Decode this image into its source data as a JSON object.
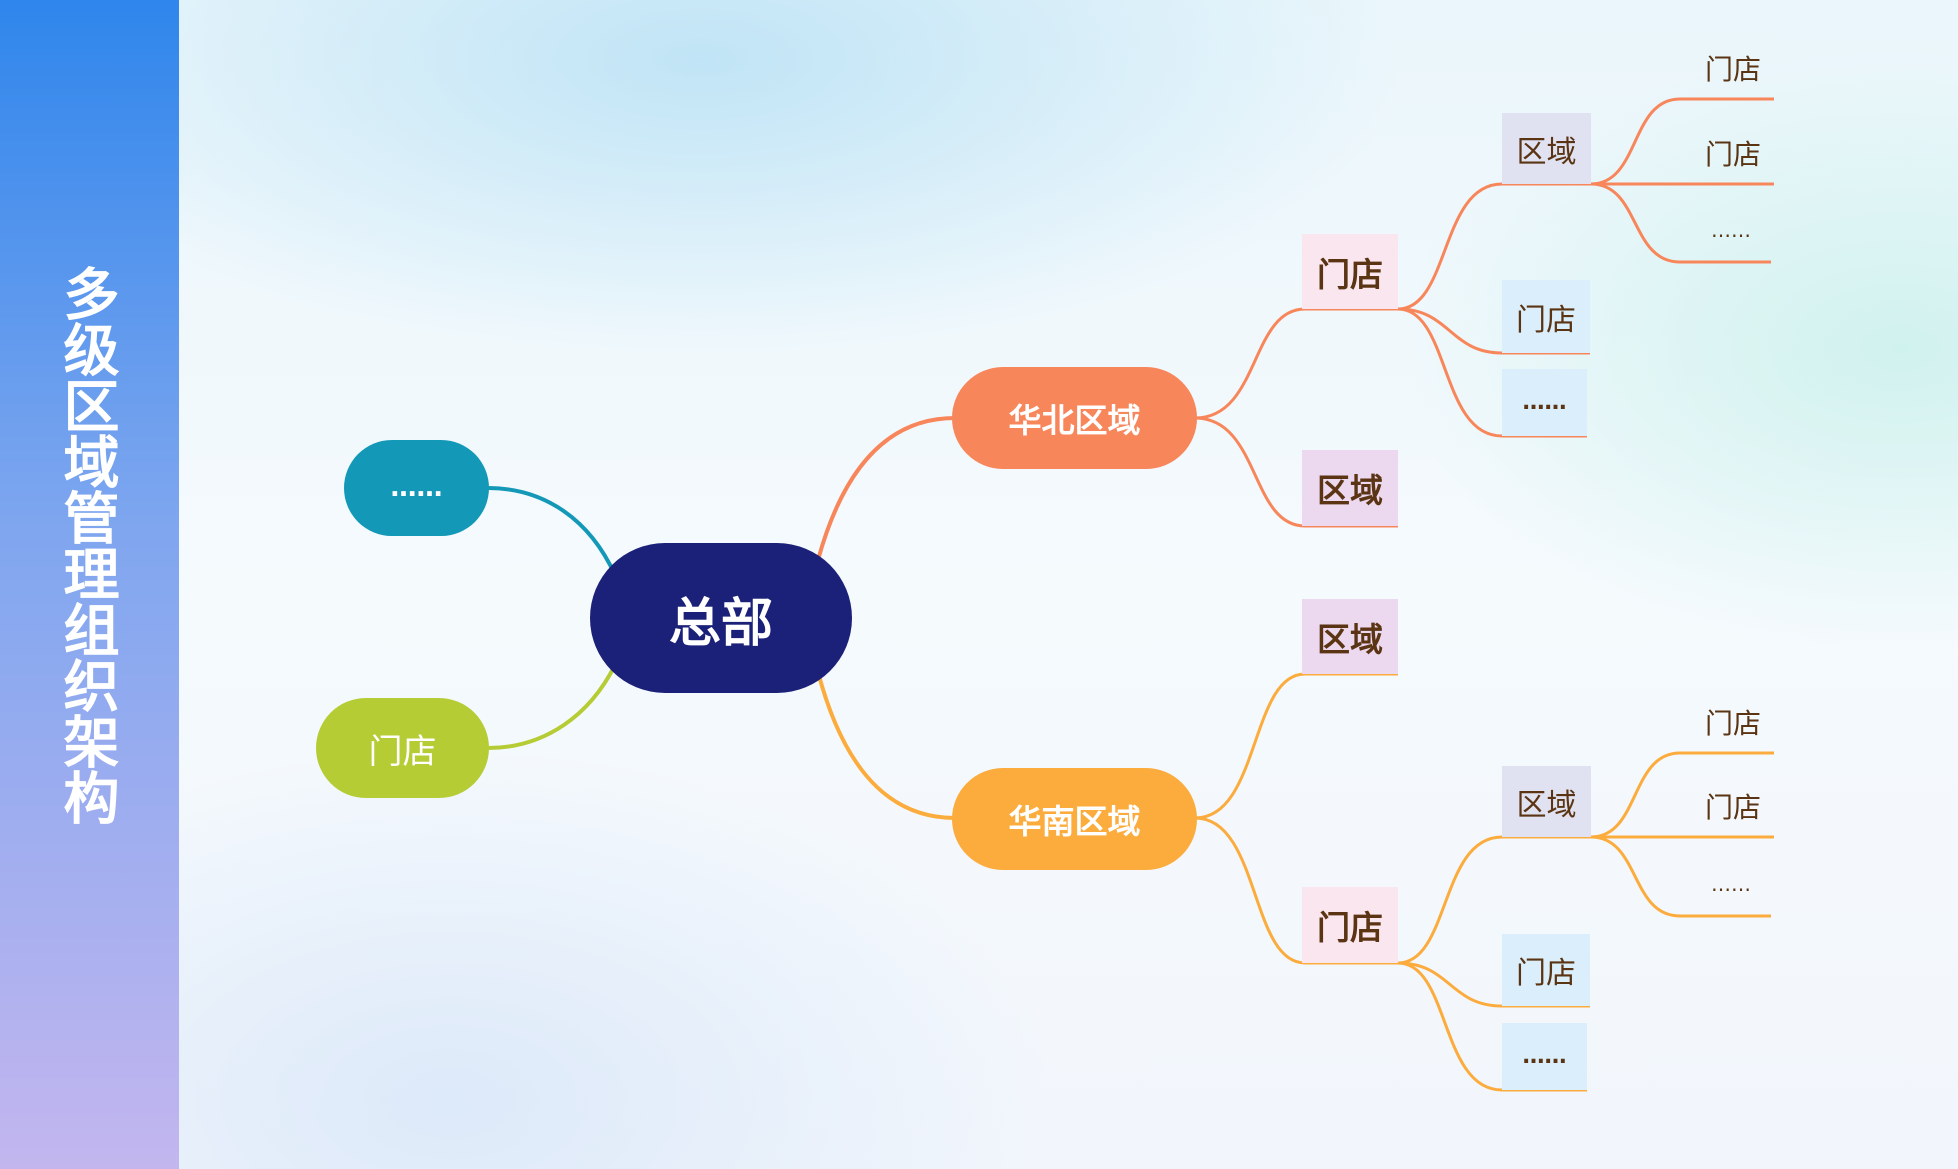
{
  "sidebar": {
    "title": "多级区域管理组织架构"
  },
  "colors": {
    "root": "#1b2178",
    "north": "#f8865b",
    "south": "#fbac3d",
    "left_top": "#1498b8",
    "left_bottom": "#b5cc34",
    "text_dark": "#5a3413",
    "box_pink": "#fae6ee",
    "box_purple": "#ecd9ef",
    "box_lavender": "#e1e2f1",
    "box_blue": "#daeefb"
  },
  "mindmap": {
    "root": {
      "label": "总部"
    },
    "left_top": {
      "label": "……"
    },
    "left_bottom": {
      "label": "门店"
    },
    "north": {
      "label": "华北区域",
      "store": {
        "label": "门店",
        "region": {
          "label": "区域",
          "leaves": [
            "门店",
            "门店",
            "……"
          ]
        },
        "store": {
          "label": "门店"
        },
        "more": {
          "label": "……"
        }
      },
      "region": {
        "label": "区域"
      }
    },
    "south": {
      "label": "华南区域",
      "region": {
        "label": "区域"
      },
      "store": {
        "label": "门店",
        "region": {
          "label": "区域",
          "leaves": [
            "门店",
            "门店",
            "……"
          ]
        },
        "store": {
          "label": "门店"
        },
        "more": {
          "label": "……"
        }
      }
    }
  }
}
